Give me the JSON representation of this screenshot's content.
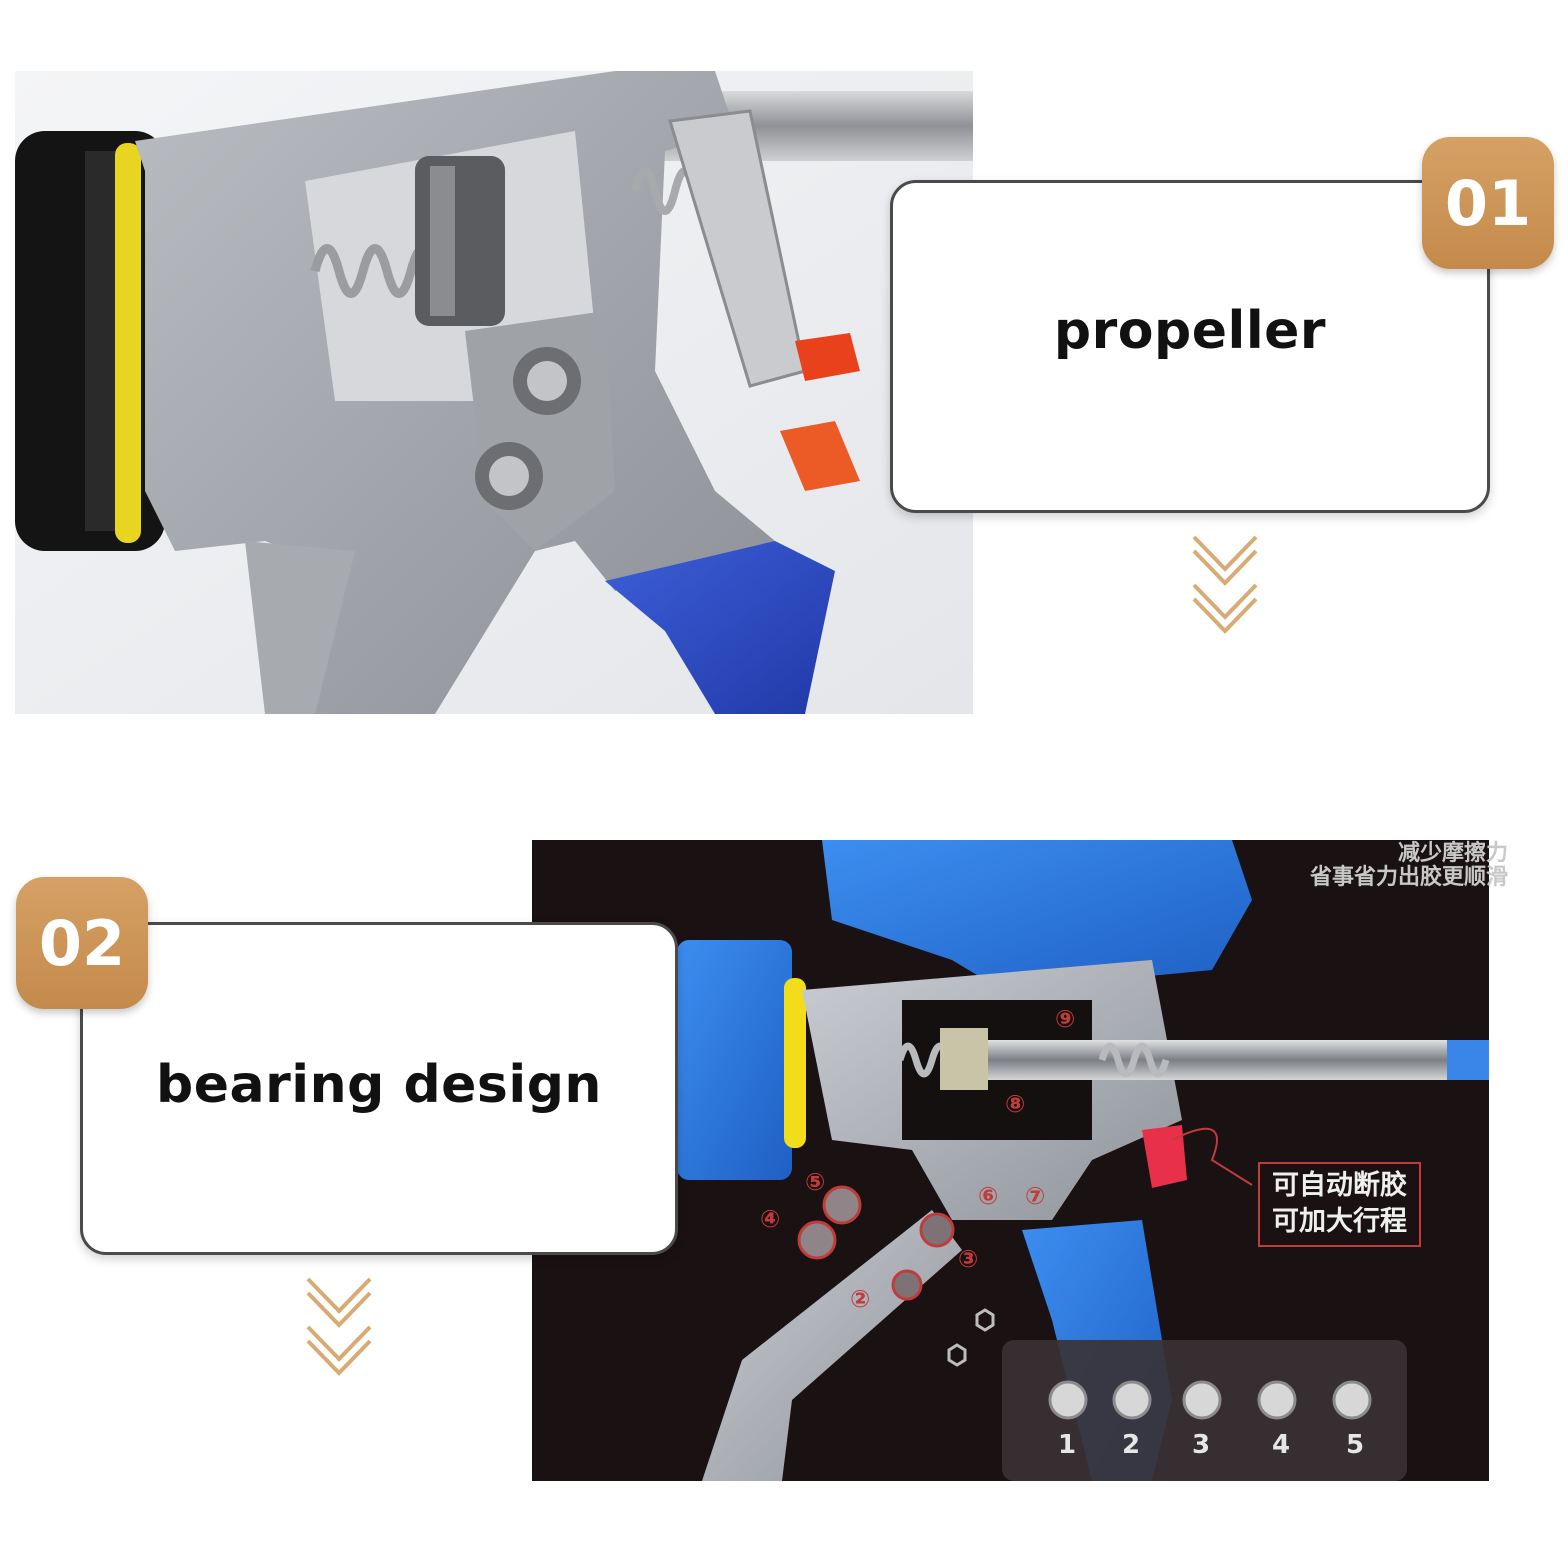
{
  "sections": [
    {
      "number": "01",
      "title": "propeller"
    },
    {
      "number": "02",
      "title": "bearing design"
    }
  ],
  "diagram": {
    "top_note_line1": "减少摩擦力",
    "top_note_line2": "省事省力出胶更顺滑",
    "callout_line1": "可自动断胶",
    "callout_line2": "可加大行程",
    "bearing_numbers": [
      "1",
      "2",
      "3",
      "4",
      "5"
    ],
    "circled_numbers": [
      "②",
      "③",
      "④",
      "⑤",
      "⑥",
      "⑦",
      "⑧",
      "⑨"
    ]
  },
  "colors": {
    "badge": "#c99255",
    "chevron": "#d9ab74",
    "card_border": "#4a4a4a",
    "accent_red": "#c23b3b"
  },
  "icons": [
    "double-chevron-down-icon",
    "double-chevron-down-icon"
  ]
}
